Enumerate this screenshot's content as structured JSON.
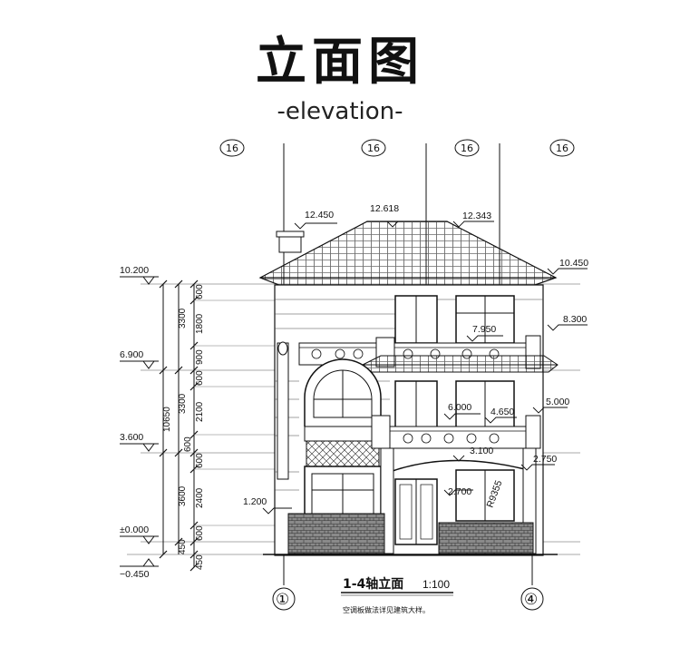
{
  "header": {
    "title": "立面图",
    "subtitle": "-elevation-"
  },
  "axis_tags": [
    "16",
    "16",
    "16",
    "16"
  ],
  "axis_numbers": {
    "left": "①",
    "right": "④"
  },
  "caption": {
    "title": "1-4轴立面",
    "scale": "1:100",
    "note": "空调板做法详见建筑大样。"
  },
  "level_marks_left": [
    "10.200",
    "6.900",
    "3.600",
    "±0.000",
    "−0.450"
  ],
  "level_marks_right": [
    "10.450",
    "8.300",
    "5.000",
    "2.750"
  ],
  "level_marks_inner": [
    "12.450",
    "12.618",
    "12.343",
    "7.950",
    "6.000",
    "4.650",
    "3.100",
    "2.700",
    "1.200"
  ],
  "arch_label": "R9355",
  "dimensions": {
    "storey": [
      "3300",
      "3300",
      "3600"
    ],
    "total": "10650",
    "detail": [
      "600",
      "1800",
      "900",
      "600",
      "2100",
      "600",
      "600",
      "2400",
      "600",
      "450",
      "450"
    ]
  }
}
